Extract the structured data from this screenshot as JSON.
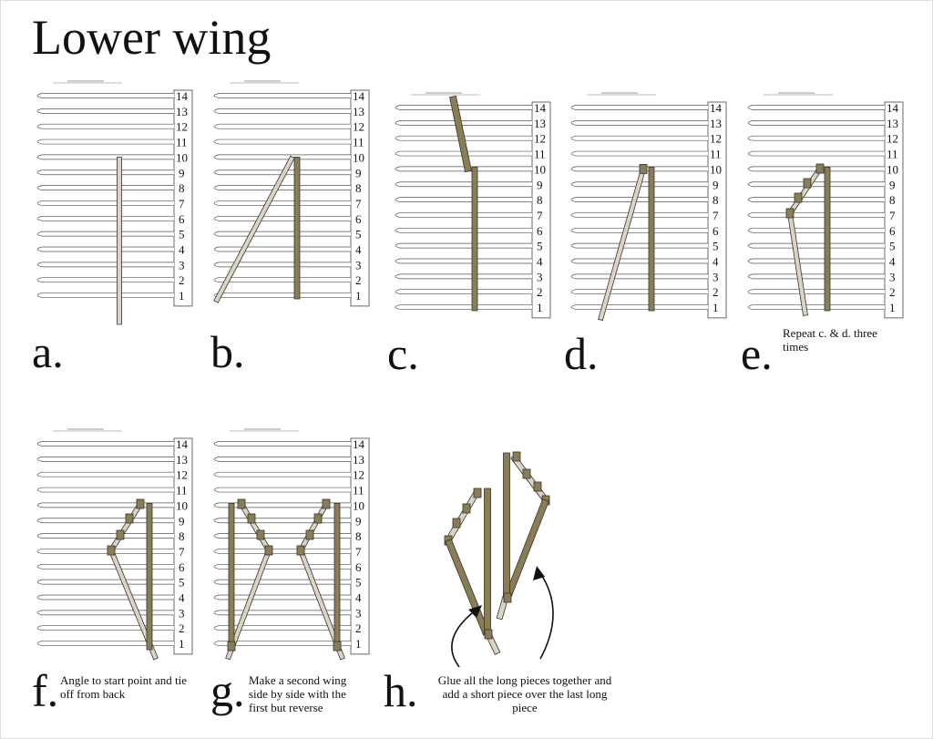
{
  "title": "Lower wing",
  "rung_numbers": [
    "14",
    "13",
    "12",
    "11",
    "10",
    "9",
    "8",
    "7",
    "6",
    "5",
    "4",
    "3",
    "2",
    "1"
  ],
  "colors": {
    "dark_stick": "#8a7d55",
    "light_stick": "#dcd3c3",
    "outline": "#333333"
  },
  "steps": [
    {
      "id": "a",
      "letter": "a.",
      "caption": ""
    },
    {
      "id": "b",
      "letter": "b.",
      "caption": ""
    },
    {
      "id": "c",
      "letter": "c.",
      "caption": ""
    },
    {
      "id": "d",
      "letter": "d.",
      "caption": ""
    },
    {
      "id": "e",
      "letter": "e.",
      "caption": "Repeat c. & d. three times"
    },
    {
      "id": "f",
      "letter": "f.",
      "caption": "Angle to start point and tie off from back"
    },
    {
      "id": "g",
      "letter": "g.",
      "caption": "Make a second wing side by side with the first but reverse"
    },
    {
      "id": "h",
      "letter": "h.",
      "caption": "Glue all the long pieces together and add a short piece over the last long piece"
    }
  ]
}
